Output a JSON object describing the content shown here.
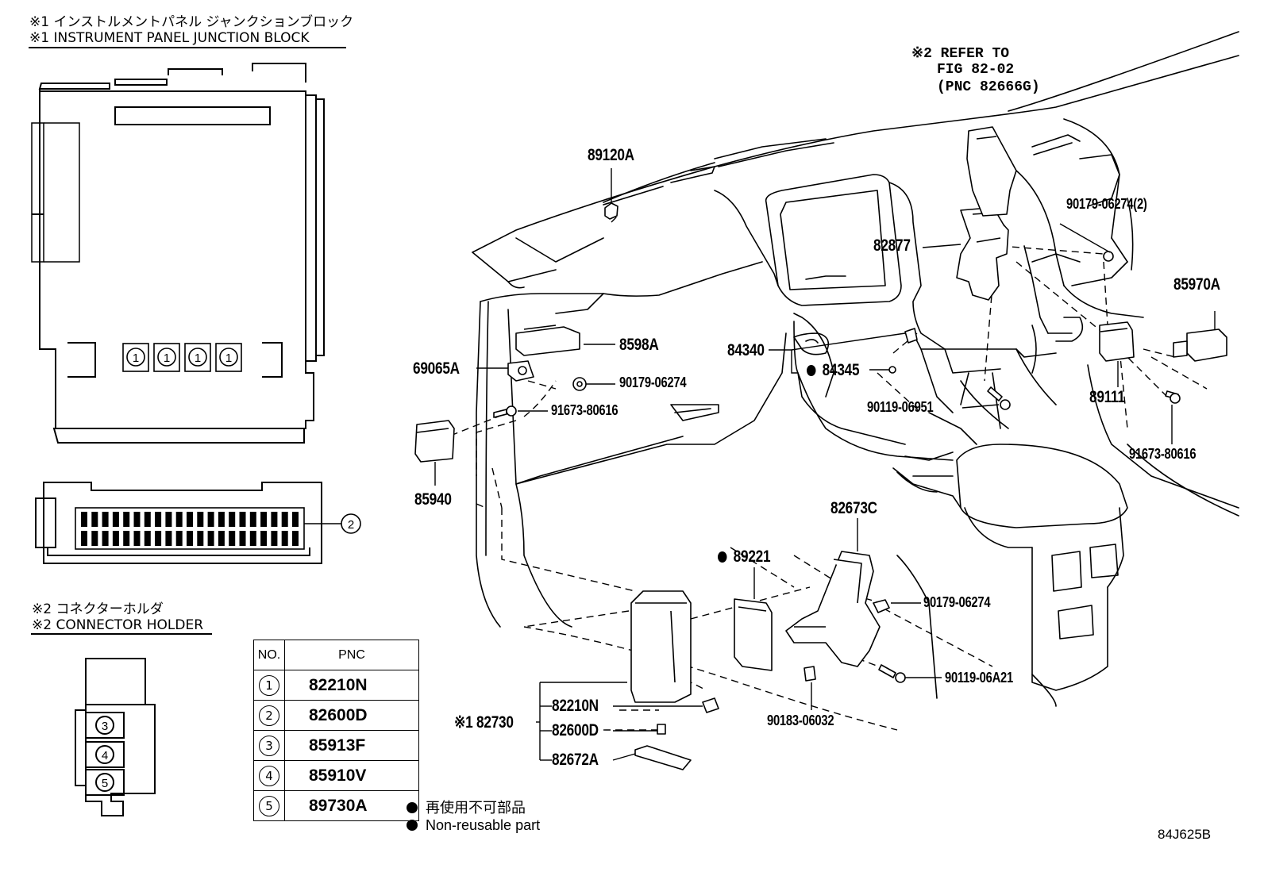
{
  "left_headers": {
    "jb_ja": "※1 インストルメントパネル ジャンクションブロック",
    "jb_en": "※1 INSTRUMENT PANEL JUNCTION BLOCK",
    "ch_ja": "※2 コネクターホルダ",
    "ch_en": "※2 CONNECTOR HOLDER"
  },
  "refer": {
    "line1": "※2 REFER TO",
    "line2": "FIG 82-02",
    "line3": "(PNC 82666G)"
  },
  "jb_markers": [
    "1",
    "1",
    "1",
    "1",
    "2"
  ],
  "holder_markers": [
    "3",
    "4",
    "5"
  ],
  "table": {
    "headers": [
      "NO.",
      "PNC"
    ],
    "rows": [
      {
        "no": "1",
        "pnc": "82210N"
      },
      {
        "no": "2",
        "pnc": "82600D"
      },
      {
        "no": "3",
        "pnc": "85913F"
      },
      {
        "no": "4",
        "pnc": "85910V"
      },
      {
        "no": "5",
        "pnc": "89730A"
      }
    ]
  },
  "parts": {
    "p89120A": "89120A",
    "p90179_06274_2": "90179-06274(2)",
    "p82877": "82877",
    "p85970A": "85970A",
    "p8598A": "8598A",
    "p84340": "84340",
    "p69065A": "69065A",
    "p84345": "84345",
    "p90179_06274_a": "90179-06274",
    "p91673_80616_a": "91673-80616",
    "p90119_06951": "90119-06951",
    "p89111": "89111",
    "p91673_80616_b": "91673-80616",
    "p85940": "85940",
    "p82673C": "82673C",
    "p89221": "89221",
    "p90179_06274_b": "90179-06274",
    "p90119_06A21": "90119-06A21",
    "p82210N": "82210N",
    "p82730": "※1 82730",
    "p82600D": "82600D",
    "p90183_06032": "90183-06032",
    "p82672A": "82672A"
  },
  "legend": {
    "ja": "再使用不可部品",
    "en": "Non-reusable part"
  },
  "figure_code": "84J625B"
}
